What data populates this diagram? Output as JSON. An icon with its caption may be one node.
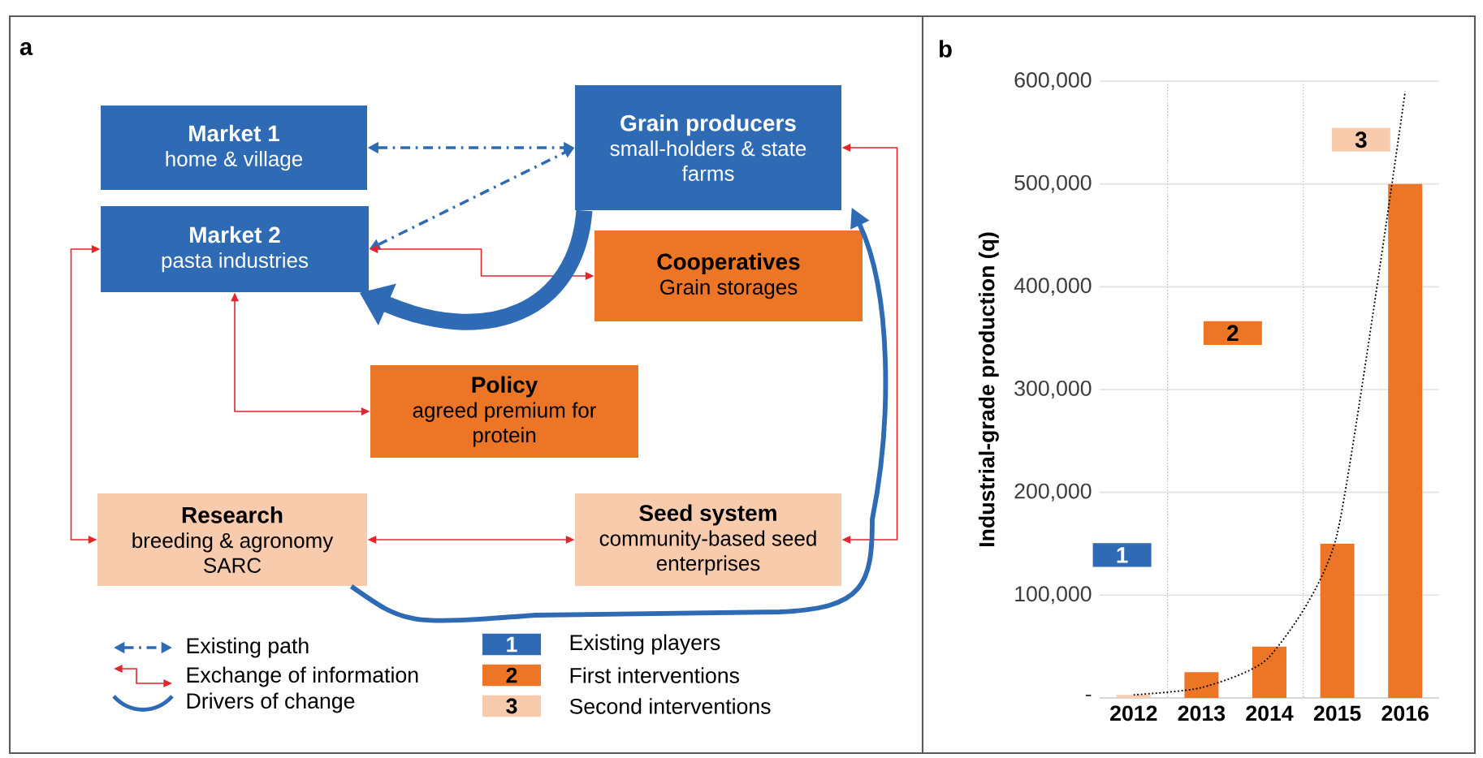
{
  "diagram": {
    "nodes": [
      {
        "text": [
          "Market 1",
          "home & village"
        ]
      },
      {
        "text": [
          "Grain producers",
          "small-holders & state farms"
        ]
      },
      {
        "text": [
          "Market 2",
          "pasta industries"
        ]
      },
      {
        "text": [
          "Cooperatives",
          "Grain storages"
        ]
      },
      {
        "text": [
          "Policy",
          "agreed premium for protein"
        ]
      },
      {
        "text": [
          "Research",
          "breeding & agronomy SARC"
        ]
      },
      {
        "text": [
          "Seed system",
          "community-based seed enterprises"
        ]
      }
    ],
    "edges": [
      {
        "from": 0,
        "to": 1,
        "arrow": "both",
        "style": "dashed",
        "color": "#2e6bb4"
      },
      {
        "from": 2,
        "to": 1,
        "arrow": "both",
        "style": "dashed",
        "color": "#2e6bb4"
      },
      {
        "from": 2,
        "to": 3,
        "arrow": "both"
      },
      {
        "from": 2,
        "to": 4,
        "arrow": "both"
      },
      {
        "from": 2,
        "to": 5,
        "arrow": "both"
      },
      {
        "from": 5,
        "to": 6,
        "arrow": "both"
      },
      {
        "from": 1,
        "to": 6,
        "arrow": "both"
      },
      {
        "from": 1,
        "to": 2,
        "arrow": "to",
        "style": "thick",
        "color": "#2e6bb4"
      },
      {
        "from": 5,
        "to": 1,
        "arrow": "to",
        "style": "thick",
        "color": "#2e6bb4"
      }
    ],
    "labels": [
      "a",
      "b",
      "1",
      "2",
      "3"
    ],
    "legend": [
      {
        "text": "Existing path"
      },
      {
        "text": "Exchange of information"
      },
      {
        "text": "Drivers of change"
      },
      {
        "text": "Existing players",
        "color": "#2e6bb4"
      },
      {
        "text": "First interventions",
        "color": "#ed7626"
      },
      {
        "text": "Second interventions",
        "color": "#f9cbad"
      }
    ],
    "chart_data": {
      "type": "bar",
      "ylabel": "Industrial-grade production (q)",
      "categories": [
        "2012",
        "2013",
        "2014",
        "2015",
        "2016"
      ],
      "series": [
        {
          "color": "#f9cbad",
          "values": [
            3000,
            null,
            null,
            null,
            null
          ]
        },
        {
          "color": "#ed7626",
          "values": [
            null,
            25000,
            50000,
            150000,
            500000
          ]
        },
        {
          "type": "line",
          "color": "#000000",
          "line_style": "dotted",
          "values": [
            3000,
            10000,
            40000,
            160000,
            590000
          ]
        }
      ],
      "ylim": [
        0,
        600000
      ],
      "yticks": [
        {
          "value": 0,
          "label": "-"
        },
        {
          "value": 100000,
          "label": "100,000"
        },
        {
          "value": 200000,
          "label": "200,000"
        },
        {
          "value": 300000,
          "label": "300,000"
        },
        {
          "value": 400000,
          "label": "400,000"
        },
        {
          "value": 500000,
          "label": "500,000"
        },
        {
          "value": 600000,
          "label": "600,000"
        }
      ],
      "annotations": [
        {
          "text": "1",
          "y": 139000
        },
        {
          "text": "2",
          "y": 355000
        },
        {
          "text": "3",
          "y": 543000
        }
      ],
      "grid": "y"
    }
  }
}
